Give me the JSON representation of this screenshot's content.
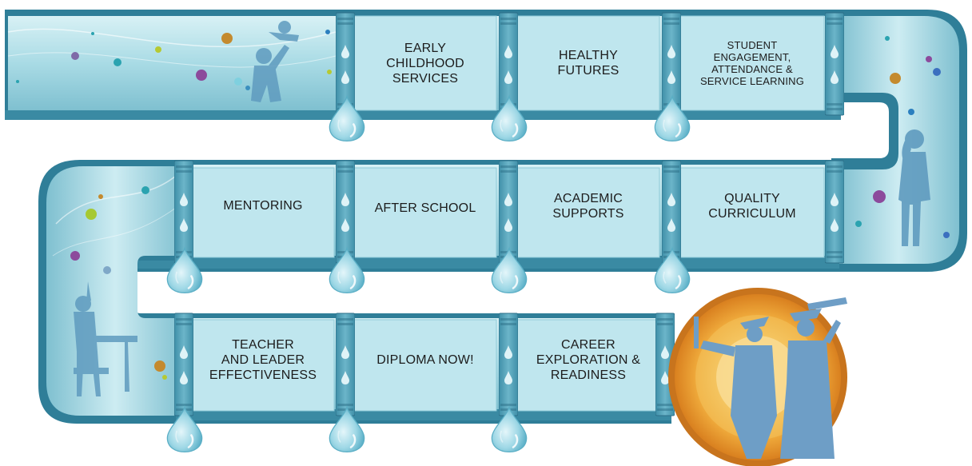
{
  "pipeline": {
    "row1": [
      {
        "label": "EARLY\nCHILDHOOD\nSERVICES"
      },
      {
        "label": "HEALTHY\nFUTURES"
      },
      {
        "label": "STUDENT\nENGAGEMENT,\nATTENDANCE &\nSERVICE LEARNING"
      }
    ],
    "row2": [
      {
        "label": "MENTORING"
      },
      {
        "label": "AFTER SCHOOL"
      },
      {
        "label": "ACADEMIC\nSUPPORTS"
      },
      {
        "label": "QUALITY\nCURRICULUM"
      }
    ],
    "row3": [
      {
        "label": "TEACHER\nAND LEADER\nEFFECTIVENESS"
      },
      {
        "label": "DIPLOMA NOW!"
      },
      {
        "label": "CAREER\nEXPLORATION &\nREADINESS"
      }
    ]
  },
  "colors": {
    "pipe_dark": "#3d8aa3",
    "pipe_edge": "#2c6f88",
    "pipe_fill": "#a7dce6",
    "panel_fill": "#b9e4ec",
    "coupling": "#4a9ab2",
    "drop": "#7cc9dc",
    "silhouette": "#5f9bbf",
    "sun_outer": "#e89a2a",
    "sun_inner": "#f7d27a"
  },
  "icons": [
    "water-drop-icon",
    "parent-child-silhouette",
    "girl-silhouette",
    "student-at-desk-silhouette",
    "graduates-silhouette"
  ]
}
